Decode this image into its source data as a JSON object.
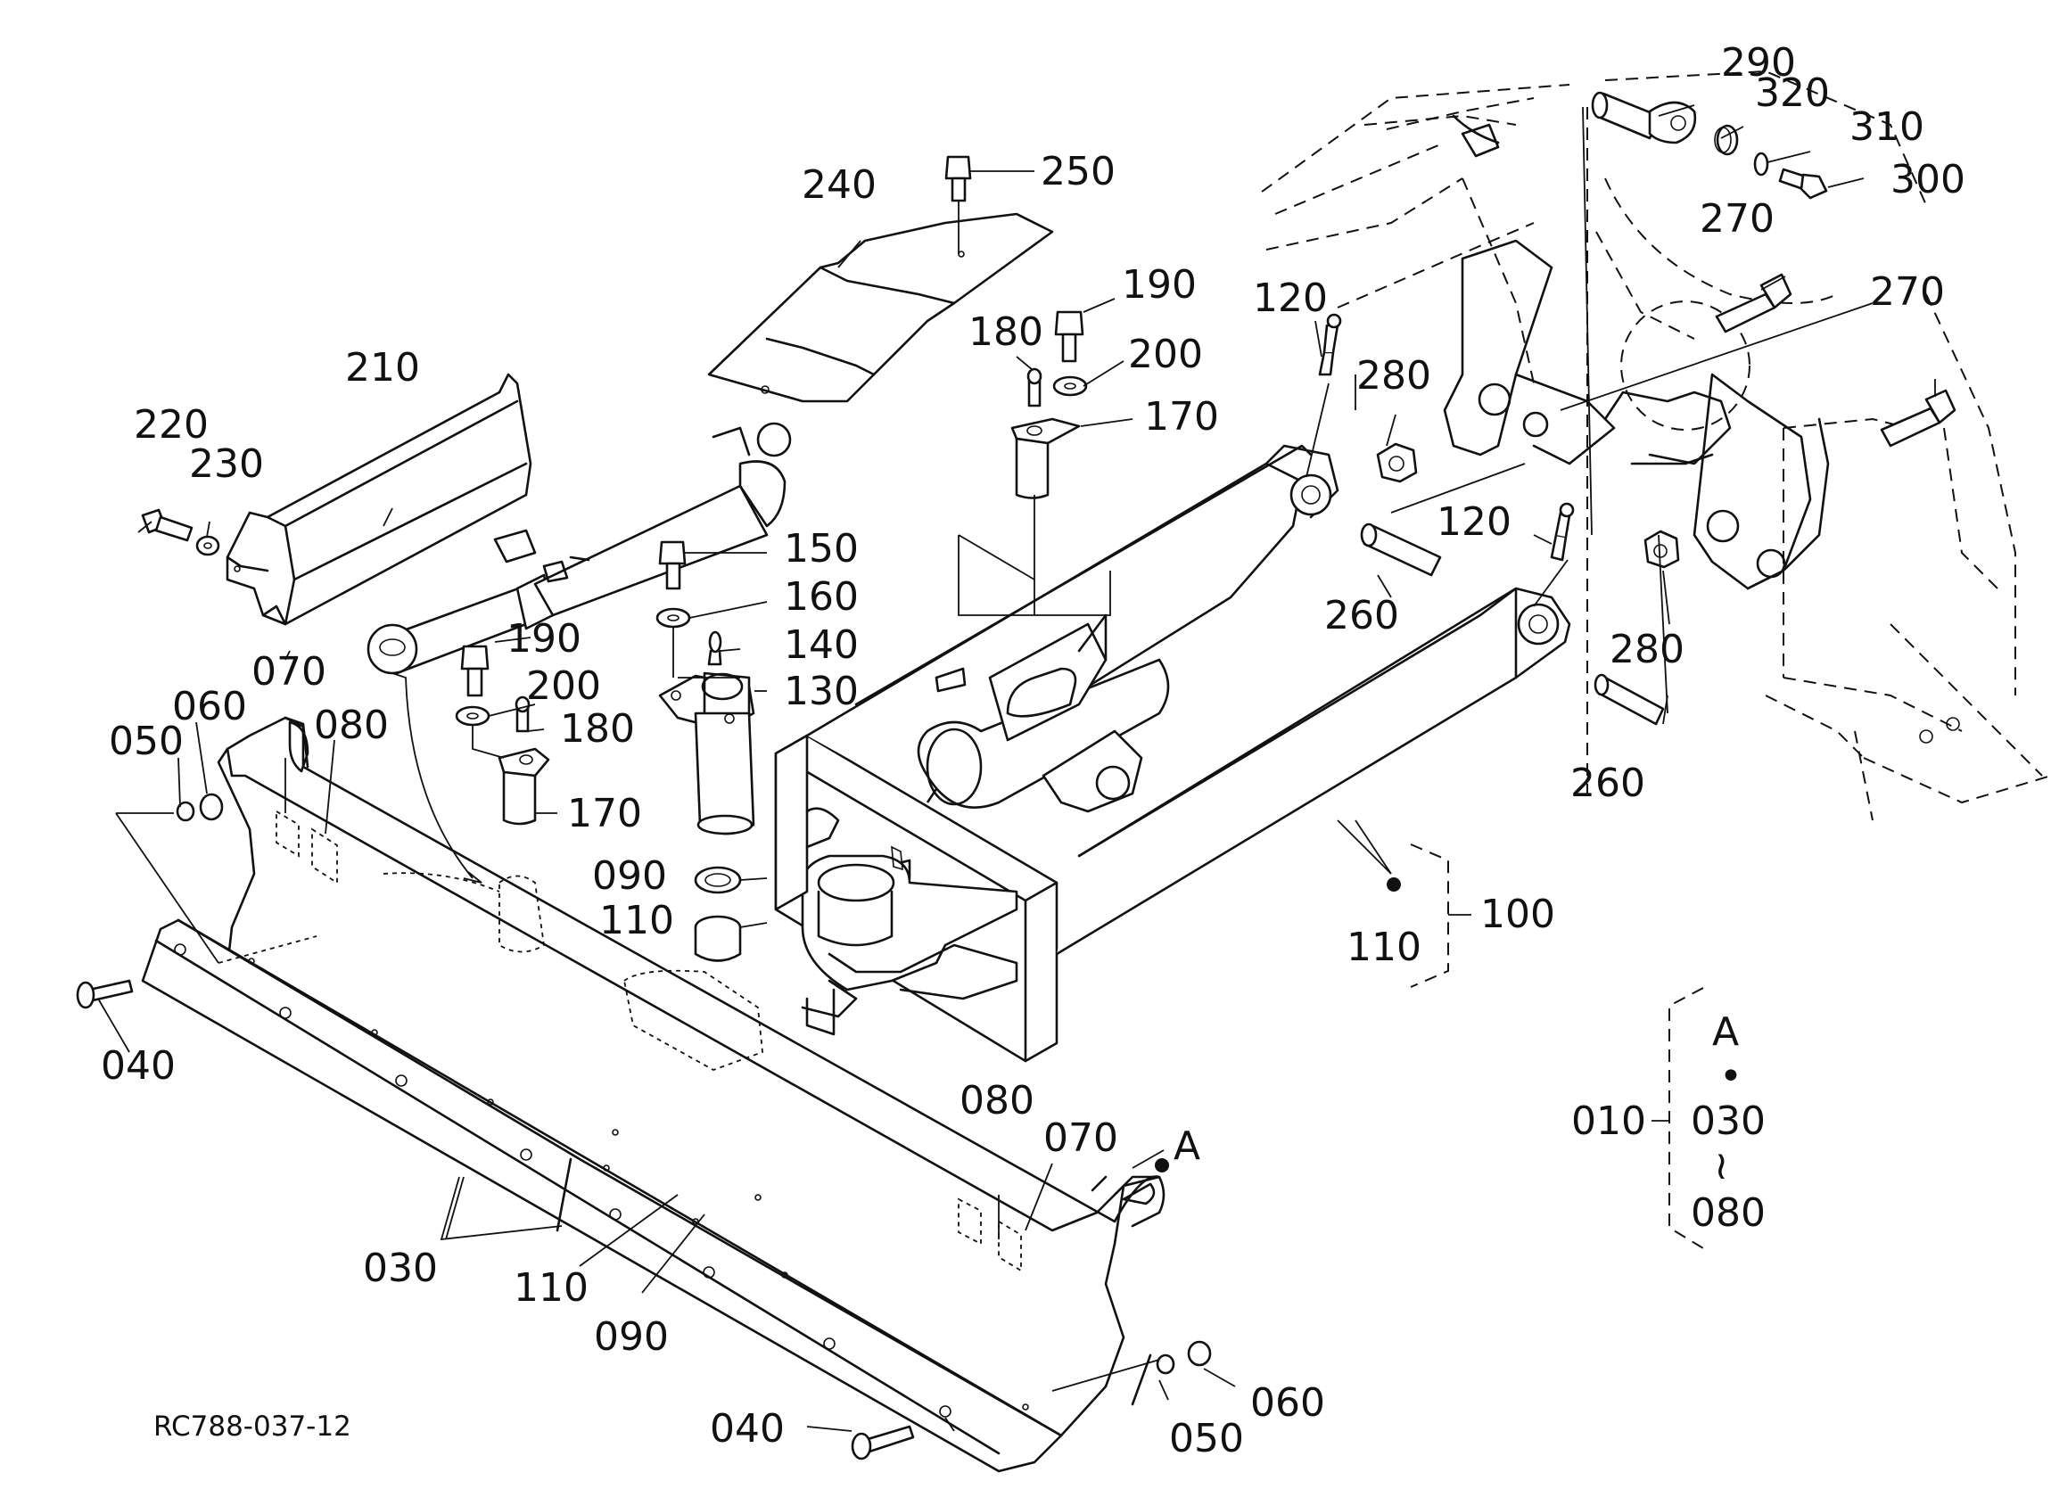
{
  "drawing_code": "RC788-037-12",
  "labels": {
    "p010": "010",
    "p030a": "030",
    "p030b": "030",
    "p040a": "040",
    "p040b": "040",
    "p050a": "050",
    "p050b": "050",
    "p060a": "060",
    "p060b": "060",
    "p070a": "070",
    "p070b": "070",
    "p080a": "080",
    "p080b": "080",
    "p080c": "080",
    "p090a": "090",
    "p090b": "090",
    "p100": "100",
    "p110a": "110",
    "p110b": "110",
    "p110c": "110",
    "p120a": "120",
    "p120b": "120",
    "p130": "130",
    "p140": "140",
    "p150": "150",
    "p160": "160",
    "p170a": "170",
    "p170b": "170",
    "p180a": "180",
    "p180b": "180",
    "p190a": "190",
    "p190b": "190",
    "p200a": "200",
    "p200b": "200",
    "p210": "210",
    "p220": "220",
    "p230": "230",
    "p240": "240",
    "p250": "250",
    "p260a": "260",
    "p260b": "260",
    "p270a": "270",
    "p270b": "270",
    "p280a": "280",
    "p280b": "280",
    "p290": "290",
    "p300": "300",
    "p310": "310",
    "p320": "320"
  },
  "kit": {
    "marker": "A",
    "dot": "•",
    "range_sym": "≀"
  }
}
